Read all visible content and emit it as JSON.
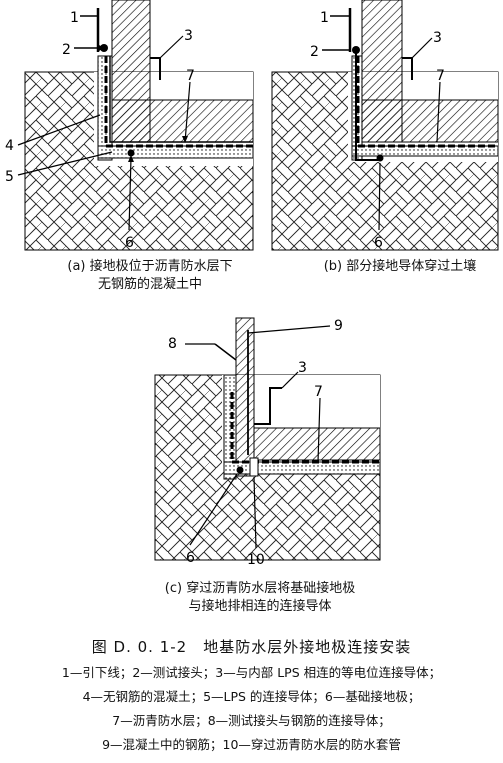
{
  "panels": {
    "a": {
      "caption_line1": "(a) 接地极位于沥青防水层下",
      "caption_line2": "无钢筋的混凝土中",
      "labels": {
        "n1": "1",
        "n2": "2",
        "n3": "3",
        "n4": "4",
        "n5": "5",
        "n6": "6",
        "n7": "7"
      }
    },
    "b": {
      "caption_line1": "(b) 部分接地导体穿过土壤",
      "labels": {
        "n1": "1",
        "n2": "2",
        "n3": "3",
        "n6": "6",
        "n7": "7"
      }
    },
    "c": {
      "caption_line1": "(c) 穿过沥青防水层将基础接地极",
      "caption_line2": "与接地排相连的连接导体",
      "labels": {
        "n3": "3",
        "n6": "6",
        "n7": "7",
        "n8": "8",
        "n9": "9",
        "n10": "10"
      }
    }
  },
  "figure_title": "图 D. 0. 1-2　地基防水层外接地极连接安装",
  "legend": [
    "1—引下线；2—测试接头；3—与内部 LPS 相连的等电位连接导体；",
    "4—无钢筋的混凝土；5—LPS 的连接导体；6—基础接地极；",
    "7—沥青防水层；8—测试接头与钢筋的连接导体；",
    "9—混凝土中的钢筋；10—穿过沥青防水层的防水套管"
  ]
}
